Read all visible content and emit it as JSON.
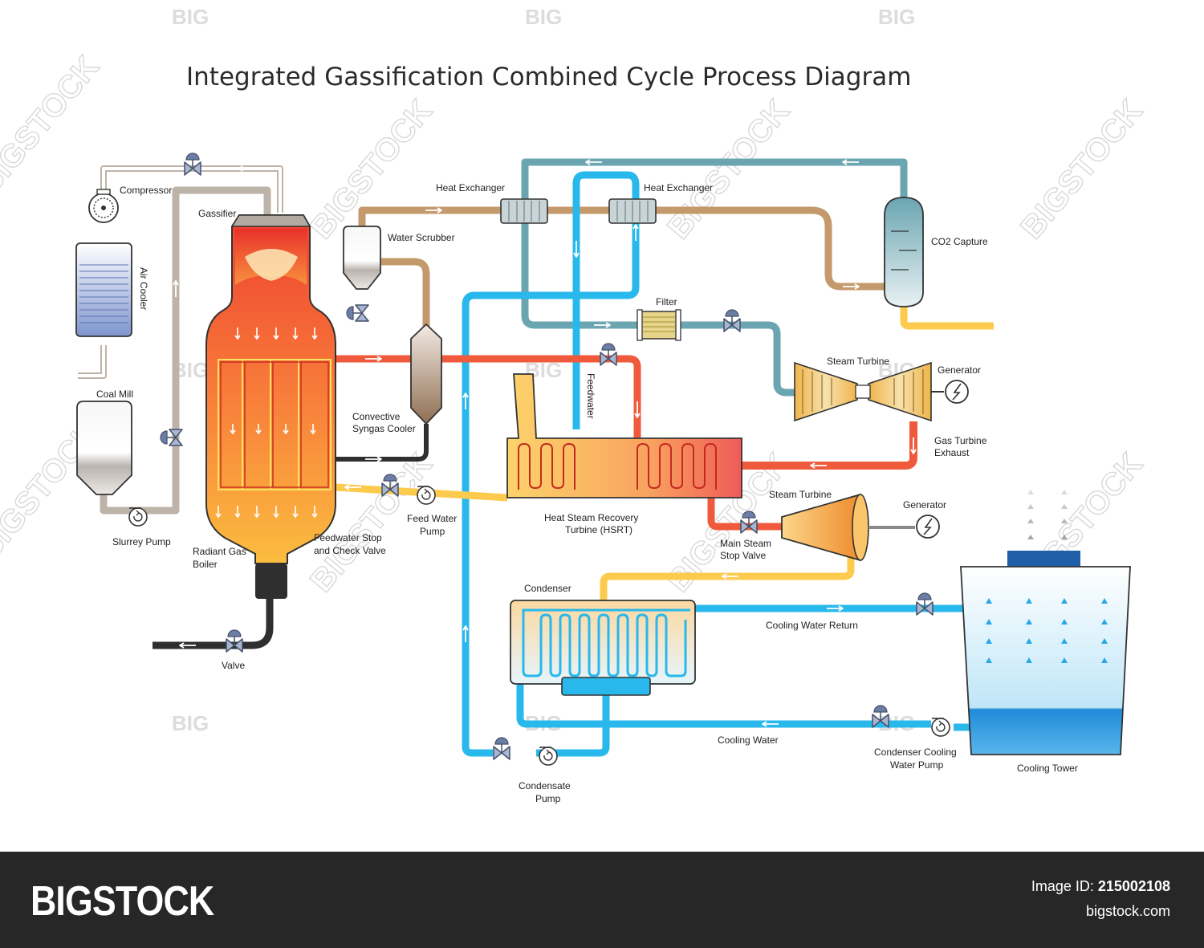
{
  "title": "Integrated Gassification Combined Cycle Process Diagram",
  "labels": {
    "compressor": "Compressor",
    "gassifier": "Gassifier",
    "air_cooler": "Air Cooler",
    "coal_mill": "Coal Mill",
    "slurrey_pump": "Slurrey Pump",
    "radiant_gas_boiler_1": "Radiant Gas",
    "radiant_gas_boiler_2": "Boiler",
    "valve": "Valve",
    "water_scrubber": "Water Scrubber",
    "heat_exchanger_1": "Heat Exchanger",
    "heat_exchanger_2": "Heat Exchanger",
    "co2_capture": "CO2 Capture",
    "filter": "Filter",
    "feedwater": "Feedwater",
    "convective_1": "Convective",
    "convective_2": "Syngas Cooler",
    "steam_turbine_1": "Steam Turbine",
    "generator_1": "Generator",
    "gas_turbine_exhaust_1": "Gas Turbine",
    "gas_turbine_exhaust_2": "Exhaust",
    "steam_turbine_2": "Steam Turbine",
    "generator_2": "Generator",
    "feed_stop_1": "Feedwater Stop",
    "feed_stop_2": "and Check Valve",
    "feed_pump_1": "Feed Water",
    "feed_pump_2": "Pump",
    "hsrt_1": "Heat Steam Recovery",
    "hsrt_2": "Turbine (HSRT)",
    "main_steam_1": "Main Steam",
    "main_steam_2": "Stop Valve",
    "condenser": "Condenser",
    "cooling_water_return": "Cooling Water Return",
    "cooling_water": "Cooling Water",
    "condensate_pump_1": "Condensate",
    "condensate_pump_2": "Pump",
    "cond_cooling_pump_1": "Condenser Cooling",
    "cond_cooling_pump_2": "Water Pump",
    "cooling_tower": "Cooling Tower"
  },
  "watermark": {
    "big": "BIG",
    "stock": "BIGSTOCK"
  },
  "footer": {
    "logo": "BIGSTOCK",
    "image_id_label": "Image ID:",
    "image_id": "215002108",
    "site": "bigstock.com"
  },
  "colors": {
    "hot_pipe": "#f05a3c",
    "steam_pipe": "#fccb4e",
    "water_pipe": "#29b8ec",
    "co2_pipe": "#6aa5b1",
    "syngas_pipe": "#c49a6c",
    "air_pipe": "#bdb3a9",
    "dark_pipe": "#2f2f2f"
  }
}
